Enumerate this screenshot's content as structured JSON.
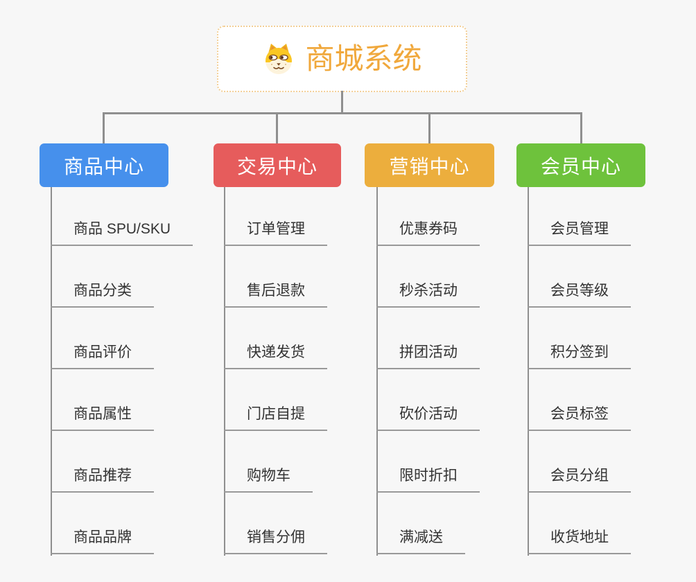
{
  "root": {
    "title": "商城系统",
    "icon": "dog-face-icon"
  },
  "branches": [
    {
      "label": "商品中心",
      "color": "#4690ec",
      "items": [
        "商品 SPU/SKU",
        "商品分类",
        "商品评价",
        "商品属性",
        "商品推荐",
        "商品品牌"
      ]
    },
    {
      "label": "交易中心",
      "color": "#e65c5c",
      "items": [
        "订单管理",
        "售后退款",
        "快递发货",
        "门店自提",
        "购物车",
        "销售分佣"
      ]
    },
    {
      "label": "营销中心",
      "color": "#ecae3d",
      "items": [
        "优惠券码",
        "秒杀活动",
        "拼团活动",
        "砍价活动",
        "限时折扣",
        "满减送"
      ]
    },
    {
      "label": "会员中心",
      "color": "#6ec23c",
      "items": [
        "会员管理",
        "会员等级",
        "积分签到",
        "会员标签",
        "会员分组",
        "收货地址"
      ]
    }
  ],
  "colors": {
    "background": "#f7f7f7",
    "root_text": "#f0a83c",
    "root_border": "#f3cf96",
    "connector": "#8f8f8f",
    "leaf_underline": "#999999",
    "leaf_text": "#333333"
  }
}
